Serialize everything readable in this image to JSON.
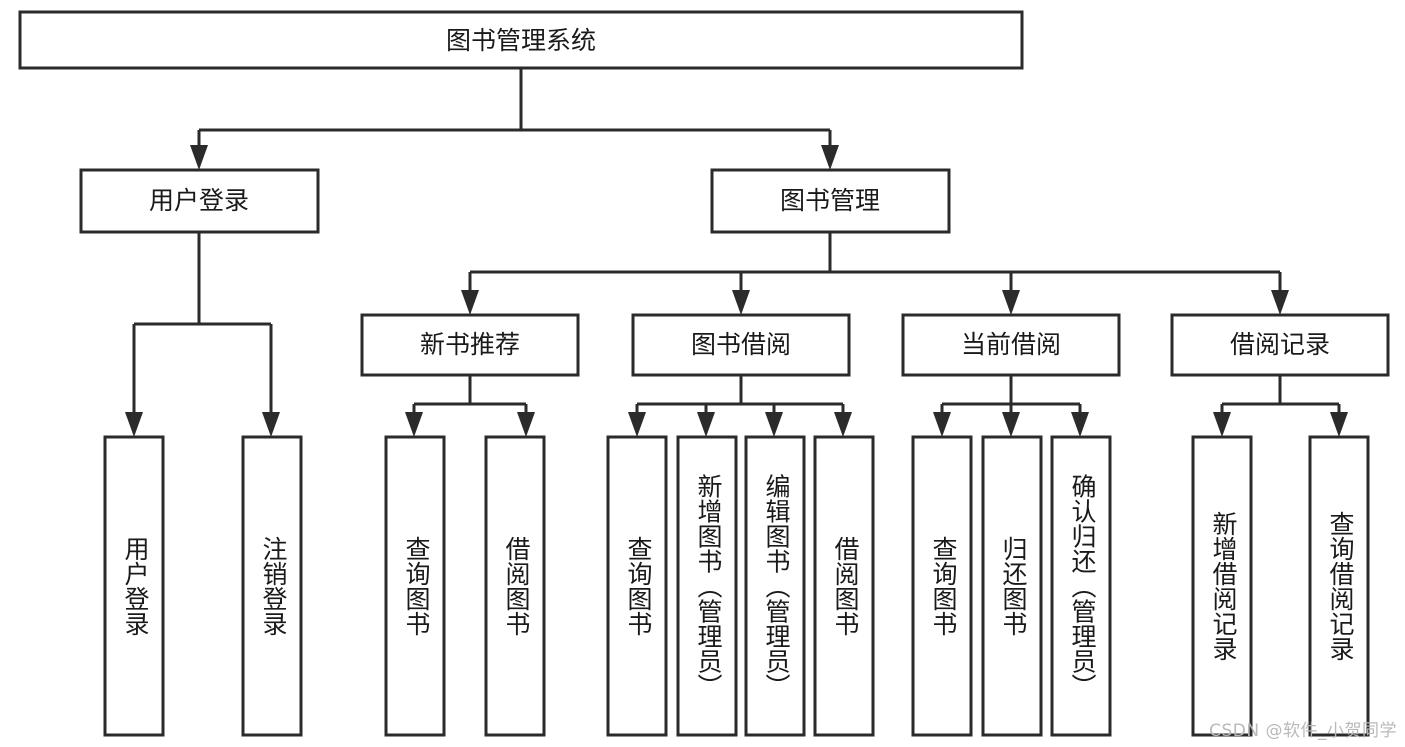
{
  "diagram": {
    "type": "hierarchy-tree",
    "title": "图书管理系统",
    "watermark": "CSDN @软件_小贺同学",
    "colors": {
      "box_stroke": "#2b2b2b",
      "box_fill": "#ffffff",
      "text": "#1a1a1a",
      "background": "#ffffff",
      "watermark": "#b9b9b9"
    },
    "levels": {
      "root": "图书管理系统",
      "level2": [
        "用户登录",
        "图书管理"
      ],
      "level3": [
        "新书推荐",
        "图书借阅",
        "当前借阅",
        "借阅记录"
      ],
      "level4_groups": [
        {
          "parent": "用户登录",
          "items": [
            "用户登录",
            "注销登录"
          ]
        },
        {
          "parent": "新书推荐",
          "items": [
            "查询图书",
            "借阅图书"
          ]
        },
        {
          "parent": "图书借阅",
          "items": [
            "查询图书",
            "新增图书（管理员）",
            "编辑图书（管理员）",
            "借阅图书"
          ]
        },
        {
          "parent": "当前借阅",
          "items": [
            "查询图书",
            "归还图书",
            "确认归还（管理员）"
          ]
        },
        {
          "parent": "借阅记录",
          "items": [
            "新增借阅记录",
            "查询借阅记录"
          ]
        }
      ]
    },
    "nodes": {
      "root": {
        "label": "图书管理系统"
      },
      "user_login": {
        "label": "用户登录"
      },
      "book_manage": {
        "label": "图书管理"
      },
      "new_book_rec": {
        "label": "新书推荐"
      },
      "book_borrow": {
        "label": "图书借阅"
      },
      "current_borrow": {
        "label": "当前借阅"
      },
      "borrow_record": {
        "label": "借阅记录"
      },
      "leaf_user_login": {
        "label": "用户登录"
      },
      "leaf_logout": {
        "label": "注销登录"
      },
      "leaf_query_book_a": {
        "label": "查询图书"
      },
      "leaf_borrow_book_a": {
        "label": "借阅图书"
      },
      "leaf_query_book_b": {
        "label": "查询图书"
      },
      "leaf_add_book": {
        "label": "新增图书（管理员）"
      },
      "leaf_edit_book": {
        "label": "编辑图书（管理员）"
      },
      "leaf_borrow_book_b": {
        "label": "借阅图书"
      },
      "leaf_query_book_c": {
        "label": "查询图书"
      },
      "leaf_return_book": {
        "label": "归还图书"
      },
      "leaf_confirm_return": {
        "label": "确认归还（管理员）"
      },
      "leaf_add_record": {
        "label": "新增借阅记录"
      },
      "leaf_query_record": {
        "label": "查询借阅记录"
      }
    }
  }
}
